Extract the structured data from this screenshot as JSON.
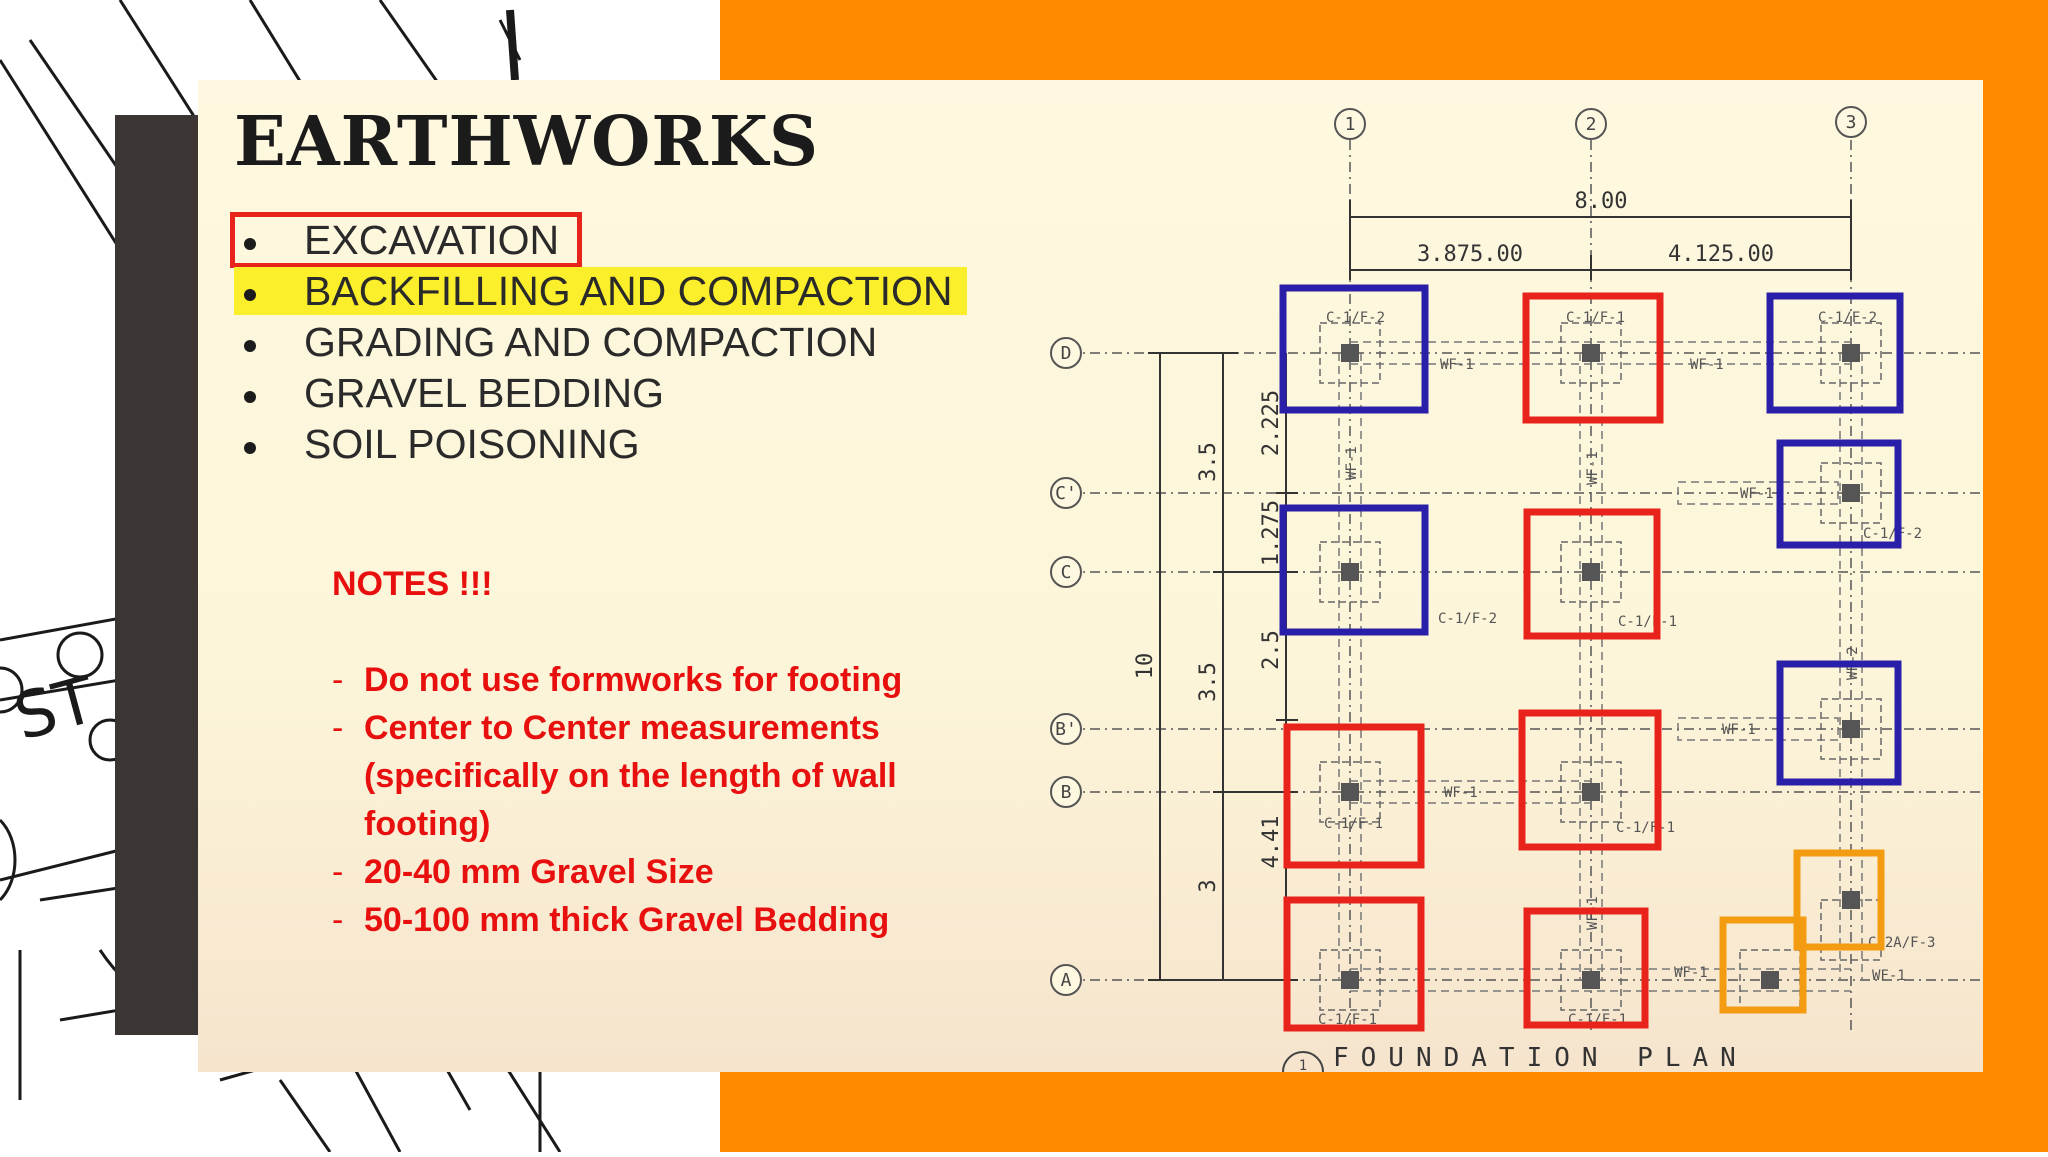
{
  "slide": {
    "title": "EARTHWORKS",
    "bullets": [
      {
        "text": "EXCAVATION",
        "style": "boxed"
      },
      {
        "text": "BACKFILLING AND COMPACTION",
        "style": "highlighted"
      },
      {
        "text": "GRADING AND COMPACTION",
        "style": "plain"
      },
      {
        "text": "GRAVEL BEDDING",
        "style": "plain"
      },
      {
        "text": "SOIL POISONING",
        "style": "plain"
      }
    ],
    "notes": {
      "heading": "NOTES !!!",
      "items": [
        "Do not use formworks for footing",
        "Center to Center measurements (specifically on the length of wall footing)",
        "20-40 mm Gravel Size",
        "50-100 mm thick Gravel Bedding"
      ]
    }
  },
  "colors": {
    "orange": "#ff8a00",
    "note_red": "#e8100f",
    "highlight": "#fbee2a",
    "box_blue": "#2a1fa8",
    "box_red": "#e8231c",
    "box_orange": "#f39c12"
  },
  "foundation_plan": {
    "caption": "FOUNDATION PLAN",
    "caption_marker": "1",
    "column_grid": [
      "1",
      "2",
      "3"
    ],
    "row_grid": [
      "D",
      "C'",
      "C",
      "B'",
      "B",
      "A"
    ],
    "dim_top_total": "8.00",
    "dim_top_parts": [
      "3.875.00",
      "4.125.00"
    ],
    "dim_left_outer": "10",
    "dim_left_mid": [
      "3.5",
      "3.5",
      "3"
    ],
    "dim_left_inner": [
      "2.225",
      "1.275",
      "2.5",
      "4.41"
    ],
    "footing_labels": [
      "C-1/F-2",
      "C-1/F-1",
      "C-1/F-2",
      "C-1/F-2",
      "C-1/F-1",
      "C-1/F-2",
      "C-1/F-1",
      "C-1/F-1",
      "C-2A/F-3",
      "C-1/F-1",
      "C-1/F-1"
    ],
    "wall_labels": [
      "WF-1",
      "WF-1",
      "WF-1",
      "WF-1",
      "WF-1",
      "WF-1",
      "WF-1",
      "WF-1",
      "WF-1",
      "WF-2",
      "WF-1"
    ]
  }
}
